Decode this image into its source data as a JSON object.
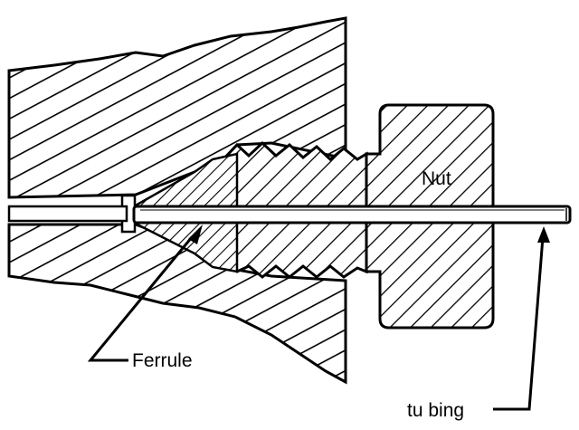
{
  "labels": {
    "nut": "Nut",
    "ferrule": "Ferrule",
    "tubing": "tu bing"
  },
  "colors": {
    "ink": "#000000",
    "paper": "#ffffff",
    "tube_fill": "#ffffff"
  }
}
